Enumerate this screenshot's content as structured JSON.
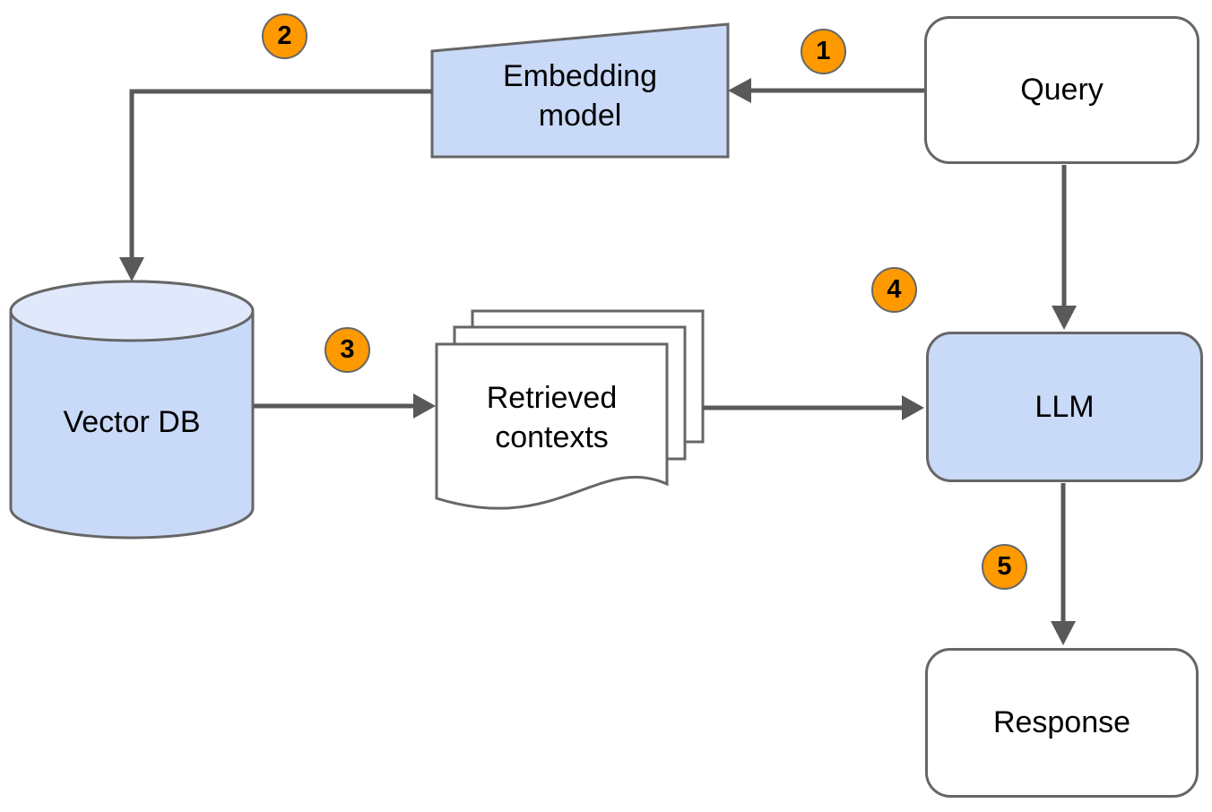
{
  "diagram": {
    "type": "flowchart",
    "background": "#ffffff",
    "nodes": {
      "query": {
        "label": "Query",
        "shape": "rounded-rect",
        "fill": "#ffffff"
      },
      "embedding_model": {
        "label": "Embedding model",
        "shape": "trapezoid",
        "fill": "#c9daf8"
      },
      "vector_db": {
        "label": "Vector DB",
        "shape": "cylinder",
        "fill": "#c9daf8",
        "top_fill": "#e0e8fb"
      },
      "retrieved_contexts": {
        "label": "Retrieved contexts",
        "shape": "document-stack",
        "fill": "#ffffff"
      },
      "llm": {
        "label": "LLM",
        "shape": "rounded-rect",
        "fill": "#c9daf8"
      },
      "response": {
        "label": "Response",
        "shape": "rounded-rect",
        "fill": "#ffffff"
      }
    },
    "steps": [
      "1",
      "2",
      "3",
      "4",
      "5"
    ],
    "edges": [
      {
        "from": "query",
        "to": "embedding_model",
        "step": "1"
      },
      {
        "from": "embedding_model",
        "to": "vector_db",
        "step": "2"
      },
      {
        "from": "vector_db",
        "to": "retrieved_contexts",
        "step": "3"
      },
      {
        "from": "retrieved_contexts",
        "to": "llm",
        "step": "4"
      },
      {
        "from": "query",
        "to": "llm",
        "step": null
      },
      {
        "from": "llm",
        "to": "response",
        "step": "5"
      }
    ],
    "colors": {
      "node_fill_blue": "#c9daf8",
      "cylinder_top_fill": "#e0e8fb",
      "node_fill_white": "#ffffff",
      "shape_border": "#666666",
      "arrow": "#595959",
      "step_badge_fill": "#ff9900",
      "text": "#000000"
    }
  }
}
